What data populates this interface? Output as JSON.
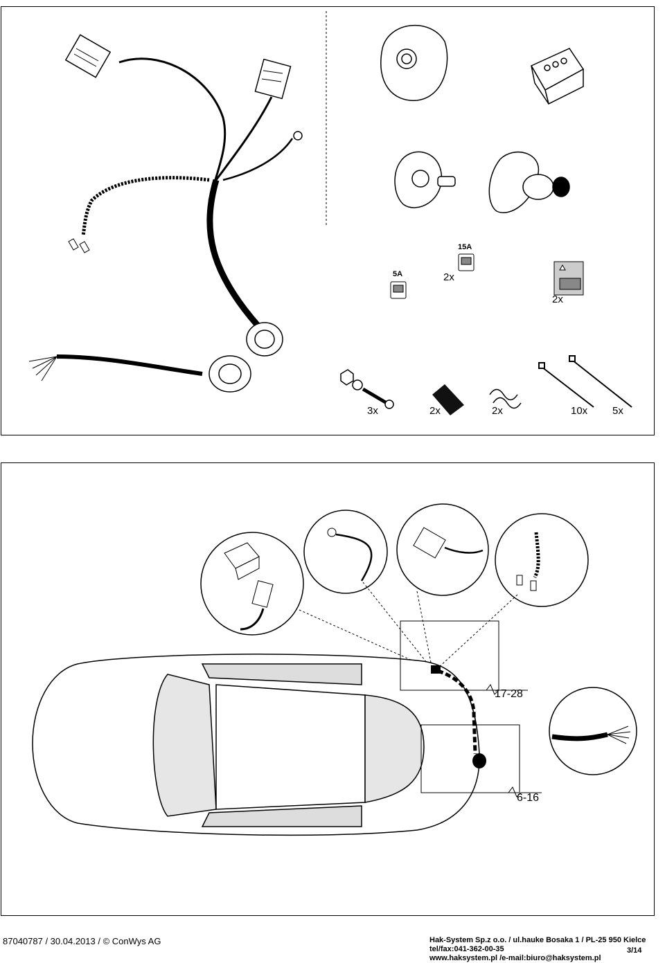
{
  "parts": {
    "fuse_small_label": "5A",
    "fuse_large_label": "15A",
    "fuse_qty": "2x",
    "sticker_qty": "2x",
    "bolt_qty": "3x",
    "tape_qty": "2x",
    "clip_qty": "2x",
    "tie_long_qty": "10x",
    "tie_short_qty": "5x"
  },
  "install": {
    "ref_front": "17-28",
    "ref_rear": "6-16"
  },
  "footer": {
    "doc_ref": "87040787 / 30.04.2013 / © ConWys AG",
    "company_line1": "Hak-System Sp.z o.o. / ul.hauke Bosaka 1 / PL-25 950 Kielce",
    "company_line2": "tel/fax:041-362-00-35",
    "company_line3": "www.haksystem.pl /e-mail:biuro@haksystem.pl",
    "page": "3/14"
  }
}
